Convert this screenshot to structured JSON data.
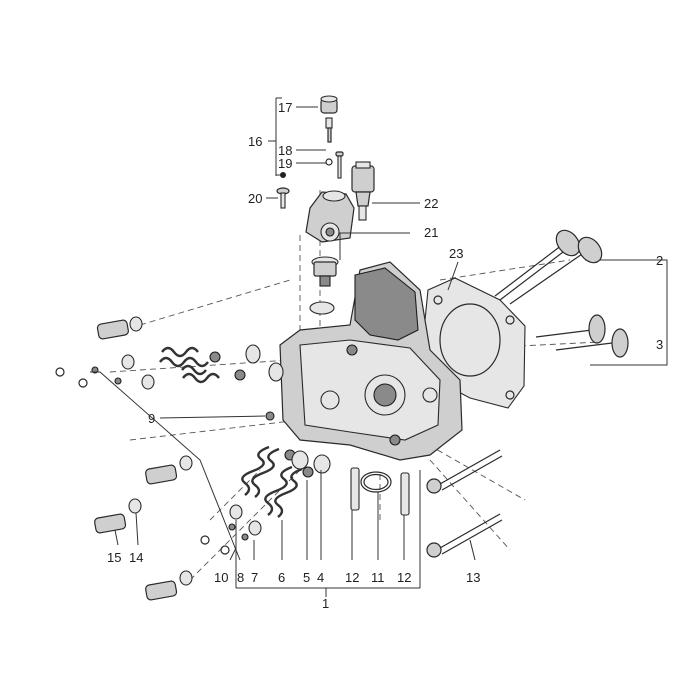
{
  "callouts": {
    "c1": "1",
    "c2": "2",
    "c3": "3",
    "c4": "4",
    "c5": "5",
    "c6": "6",
    "c7": "7",
    "c8": "8",
    "c9": "9",
    "c10": "10",
    "c11": "11",
    "c12a": "12",
    "c12b": "12",
    "c13": "13",
    "c14": "14",
    "c15": "15",
    "c16": "16",
    "c17": "17",
    "c18": "18",
    "c19": "19",
    "c20": "20",
    "c21": "21",
    "c22": "22",
    "c23": "23"
  },
  "colors": {
    "line": "#2a2a2a",
    "part_fill": "#cfcfcf",
    "background": "#ffffff"
  }
}
